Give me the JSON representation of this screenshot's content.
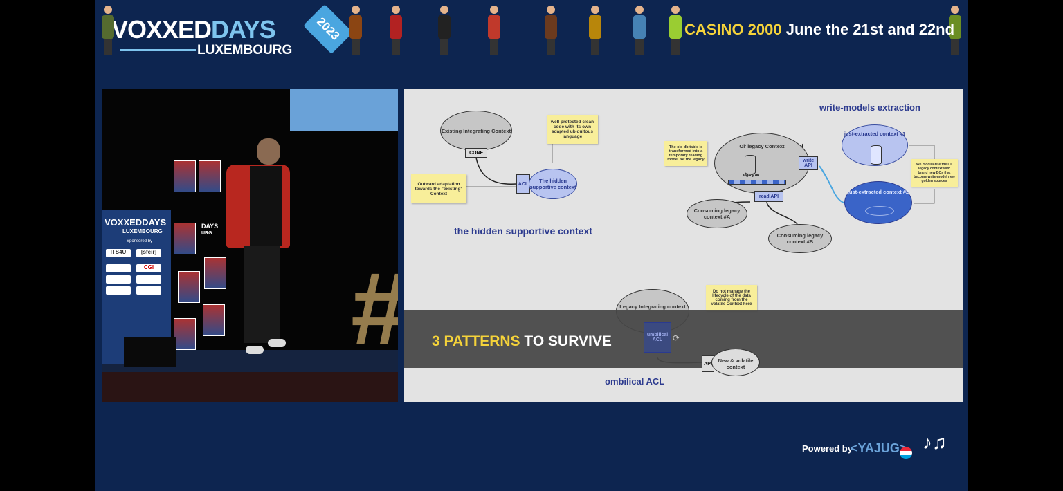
{
  "header": {
    "logo_voxxed": "VOXXED",
    "logo_days": "DAYS",
    "logo_city": "LUXEMBOURG",
    "year": "2023",
    "venue": "CASINO 2000",
    "dates": "June the 21st and 22nd"
  },
  "video": {
    "booth_title": "VOXXEDDAYS",
    "booth_subtitle": "LUXEMBOURG",
    "booth_title_partial": "DAYS",
    "booth_subtitle_partial": "URG",
    "sponsors_label": "Sponsored by",
    "sponsor_1": "ITS4U",
    "sponsor_2": "[sfeir]",
    "sponsor_3": "CGI"
  },
  "slide": {
    "left_diagram": {
      "existing_context": "Existing Integrating Context",
      "conf": "CONF",
      "acl": "ACL",
      "hidden_context": "The hidden supportive context",
      "note_clean_code": "well protected clean code with its own adapted ubiquitous language",
      "note_outward": "Outward adaptation towards the \"existing\" Context",
      "title": "the hidden supportive context"
    },
    "right_diagram": {
      "title": "write-models extraction",
      "legacy_context": "Ol' legacy Context",
      "legacy_db": "legacy db",
      "write_api": "write API",
      "read_api": "read API",
      "consuming_a": "Consuming legacy context #A",
      "consuming_b": "Consuming legacy context #B",
      "extracted_1": "just-extracted context #1",
      "extracted_2": "just-extracted context #2",
      "note_old_table": "The old db table is transformed into a temporary reading model for the legacy",
      "note_modularize": "We modularize the Ol' legacy context with brand new BCs that become write-model new golden sources"
    },
    "bottom_diagram": {
      "legacy_integrating": "Legacy Integrating context",
      "umbilical_acl": "umbilical ACL",
      "api": "API",
      "volatile_context": "New & volatile context",
      "note_lifecycle": "Do not manage the lifecycle of the data coming from the volatile Context here",
      "title": "ombilical ACL"
    },
    "overlay": {
      "accent": "3 PATTERNS",
      "rest": " TO SURVIVE"
    }
  },
  "footer": {
    "powered_by": "Powered by",
    "brand": "<YAJUG>"
  },
  "colors": {
    "frame_bg": "#0d2550",
    "accent_yellow": "#f5d33a",
    "accent_blue": "#7ec4ee",
    "slide_title": "#2d3b8f"
  }
}
